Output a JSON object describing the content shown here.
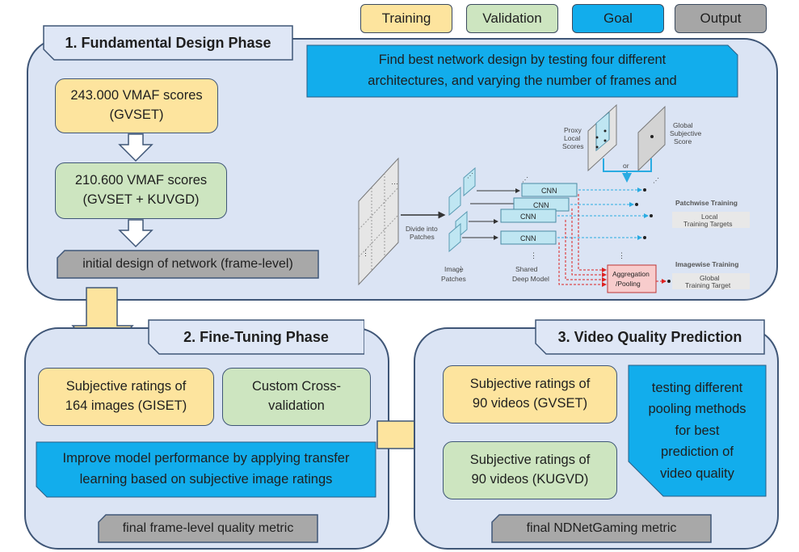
{
  "legend": [
    {
      "label": "Training",
      "color": "#fde49e"
    },
    {
      "label": "Validation",
      "color": "#cde5c0"
    },
    {
      "label": "Goal",
      "color": "#12adec"
    },
    {
      "label": "Output",
      "color": "#a6a6a6"
    }
  ],
  "phase1": {
    "title": "1. Fundamental Design Phase",
    "box_training_line1": "243.000 VMAF scores",
    "box_training_line2": "(GVSET)",
    "box_validation_line1": "210.600 VMAF scores",
    "box_validation_line2": "(GVSET + KUVGD)",
    "output": "initial design of network (frame-level)",
    "goal_line1": "Find best network design by testing four different",
    "goal_line2": "architectures, and varying the number of frames and",
    "figure": {
      "proxy_label": [
        "Proxy",
        "Local",
        "Scores"
      ],
      "global_label": [
        "Global",
        "Subjective",
        "Score"
      ],
      "or_label": "or",
      "divide_label": [
        "Divide into",
        "Patches"
      ],
      "patches_label": [
        "Image",
        "Patches"
      ],
      "model_label": [
        "Shared",
        "Deep Model"
      ],
      "cnn_label": "CNN",
      "aggregation_label": [
        "Aggregation",
        "/Pooling"
      ],
      "patchwise_title": "Patchwise Training",
      "patchwise_target": [
        "Local",
        "Training Targets"
      ],
      "imagewise_title": "Imagewise Training",
      "imagewise_target": [
        "Global",
        "Training Target"
      ]
    }
  },
  "phase2": {
    "title": "2. Fine-Tuning Phase",
    "box_training_line1": "Subjective ratings of",
    "box_training_line2": "164 images (GISET)",
    "box_validation_line1": "Custom Cross-",
    "box_validation_line2": "validation",
    "goal_line1": "Improve model performance by applying transfer",
    "goal_line2": "learning based on subjective image ratings",
    "output": "final frame-level quality metric"
  },
  "phase3": {
    "title": "3. Video Quality Prediction",
    "box_training_line1": "Subjective ratings of",
    "box_training_line2": "90 videos (GVSET)",
    "box_validation_line1": "Subjective ratings of",
    "box_validation_line2": "90 videos (KUGVD)",
    "goal_lines": [
      "testing different",
      "pooling methods",
      "for best",
      "prediction of",
      "video quality"
    ],
    "output": "final NDNetGaming metric"
  }
}
